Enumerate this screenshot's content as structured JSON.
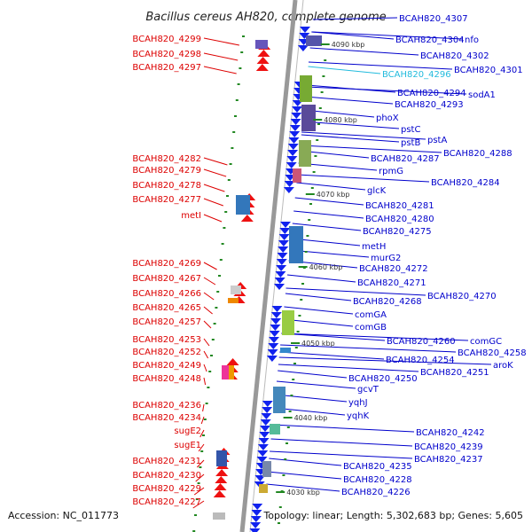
{
  "title": "Bacillus cereus AH820, complete genome",
  "footer": {
    "accession": "Accession: NC_011773",
    "summary": "Topology: linear; Length: 5,302,683 bp; Genes: 5,605"
  },
  "colors": {
    "left_labels": "#dd0000",
    "right_labels": "#0000cc",
    "highlight_label": "#22bbdd",
    "left_arrows": "#ee1111",
    "right_arrows": "#1122ee",
    "backbone": "#999999",
    "tick_marks": "#228822"
  },
  "scale": {
    "ticks": [
      {
        "label": "4090 kbp"
      },
      {
        "label": "4080 kbp"
      },
      {
        "label": "4070 kbp"
      },
      {
        "label": "4060 kbp"
      },
      {
        "label": "4050 kbp"
      },
      {
        "label": "4040 kbp"
      },
      {
        "label": "4030 kbp"
      }
    ]
  },
  "left_genes": [
    "BCAH820_4299",
    "BCAH820_4298",
    "BCAH820_4297",
    "BCAH820_4282",
    "BCAH820_4279",
    "BCAH820_4278",
    "BCAH820_4277",
    "metI",
    "BCAH820_4269",
    "BCAH820_4267",
    "BCAH820_4266",
    "BCAH820_4265",
    "BCAH820_4257",
    "BCAH820_4253",
    "BCAH820_4252",
    "BCAH820_4249",
    "BCAH820_4248",
    "BCAH820_4236",
    "BCAH820_4234",
    "sugE2",
    "sugE1",
    "BCAH820_4231",
    "BCAH820_4230",
    "BCAH820_4229",
    "BCAH820_4227"
  ],
  "right_genes": [
    "BCAH820_4307",
    "BCAH820_4304",
    "nfo",
    "BCAH820_4302",
    "BCAH820_4301",
    "BCAH820_4296",
    "BCAH820_4294",
    "sodA1",
    "BCAH820_4293",
    "phoX",
    "pstC",
    "pstA",
    "pstB",
    "BCAH820_4288",
    "BCAH820_4287",
    "rpmG",
    "BCAH820_4284",
    "glcK",
    "BCAH820_4281",
    "BCAH820_4280",
    "BCAH820_4275",
    "metH",
    "murG2",
    "BCAH820_4272",
    "BCAH820_4271",
    "BCAH820_4270",
    "BCAH820_4268",
    "comGA",
    "comGB",
    "BCAH820_4260",
    "comGC",
    "BCAH820_4258",
    "BCAH820_4254",
    "aroK",
    "BCAH820_4251",
    "BCAH820_4250",
    "gcvT",
    "yqhJ",
    "yqhK",
    "BCAH820_4242",
    "BCAH820_4239",
    "BCAH820_4237",
    "BCAH820_4235",
    "BCAH820_4228",
    "BCAH820_4226"
  ]
}
